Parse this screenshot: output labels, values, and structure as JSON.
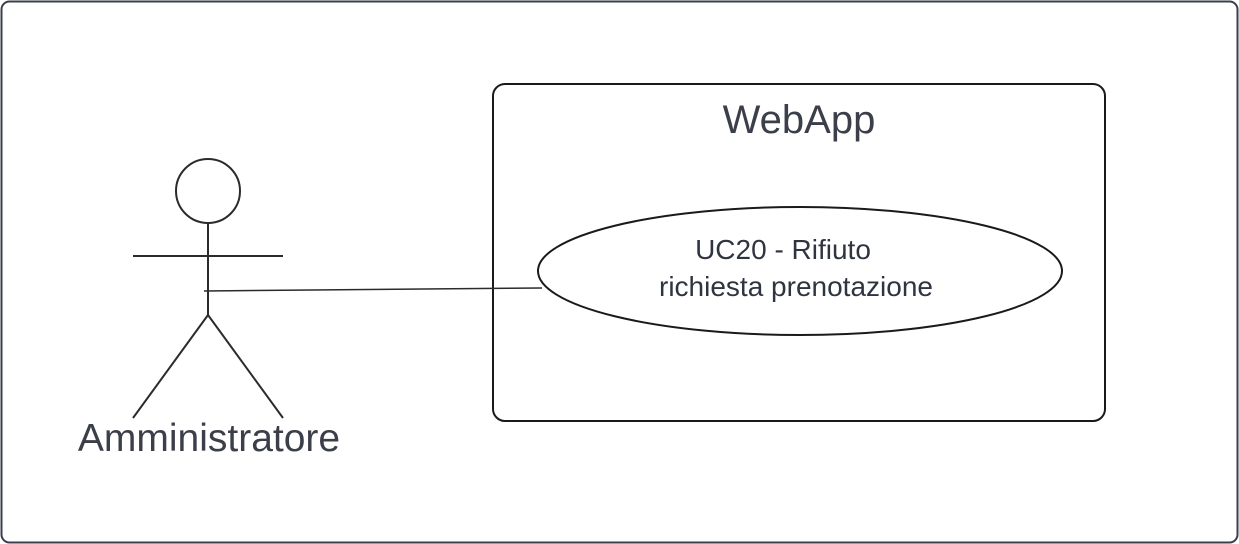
{
  "diagram": {
    "type": "uml-use-case",
    "actor": {
      "name": "Amministratore"
    },
    "system": {
      "name": "WebApp"
    },
    "use_case": {
      "line1": "UC20 - Rifiuto",
      "line2": "richiesta prenotazione"
    },
    "association": {
      "from": "Amministratore",
      "to": "UC20 - Rifiuto richiesta prenotazione"
    },
    "colors": {
      "stroke": "#2b2b2b",
      "text": "#3b3f4a",
      "frame": "#3a3f4b",
      "background": "#ffffff"
    }
  }
}
